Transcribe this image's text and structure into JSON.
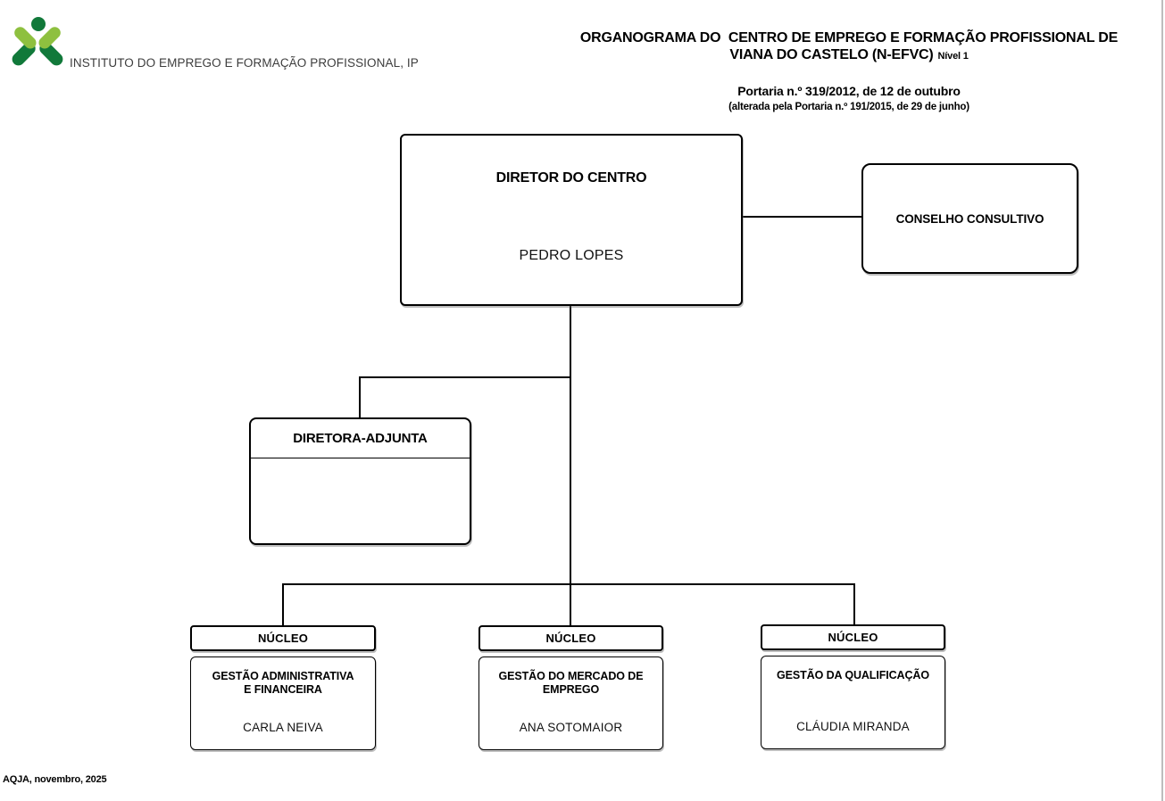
{
  "logo": {
    "org_name": "INSTITUTO DO EMPREGO E FORMAÇÃO PROFISSIONAL, IP",
    "light_green": "#8EC03F",
    "dark_green": "#11793A"
  },
  "header": {
    "title_line1": "ORGANOGRAMA DO  CENTRO DE EMPREGO E FORMAÇÃO PROFISSIONAL DE",
    "title_line2": "VIANA DO CASTELO (N-EFVC)",
    "title_level": "Nível 1",
    "subtitle1": "Portaria n.º 319/2012, de 12 de outubro",
    "subtitle2": "(alterada pela Portaria n.º 191/2015, de 29 de junho)"
  },
  "org": {
    "director": {
      "title": "DIRETOR DO CENTRO",
      "name": "PEDRO LOPES"
    },
    "conselho_consultivo": {
      "title": "CONSELHO CONSULTIVO"
    },
    "diretora_adjunta": {
      "title": "DIRETORA-ADJUNTA"
    },
    "nucleos": [
      {
        "header": "NÚCLEO",
        "area": "GESTÃO ADMINISTRATIVA\nE FINANCEIRA",
        "name": "CARLA NEIVA"
      },
      {
        "header": "NÚCLEO",
        "area": "GESTÃO DO MERCADO DE EMPREGO",
        "name": "ANA SOTOMAIOR"
      },
      {
        "header": "NÚCLEO",
        "area": "GESTÃO DA QUALIFICAÇÃO",
        "name": "CLÁUDIA MIRANDA"
      }
    ]
  },
  "footer": {
    "note": "AQJA, novembro, 2025"
  }
}
